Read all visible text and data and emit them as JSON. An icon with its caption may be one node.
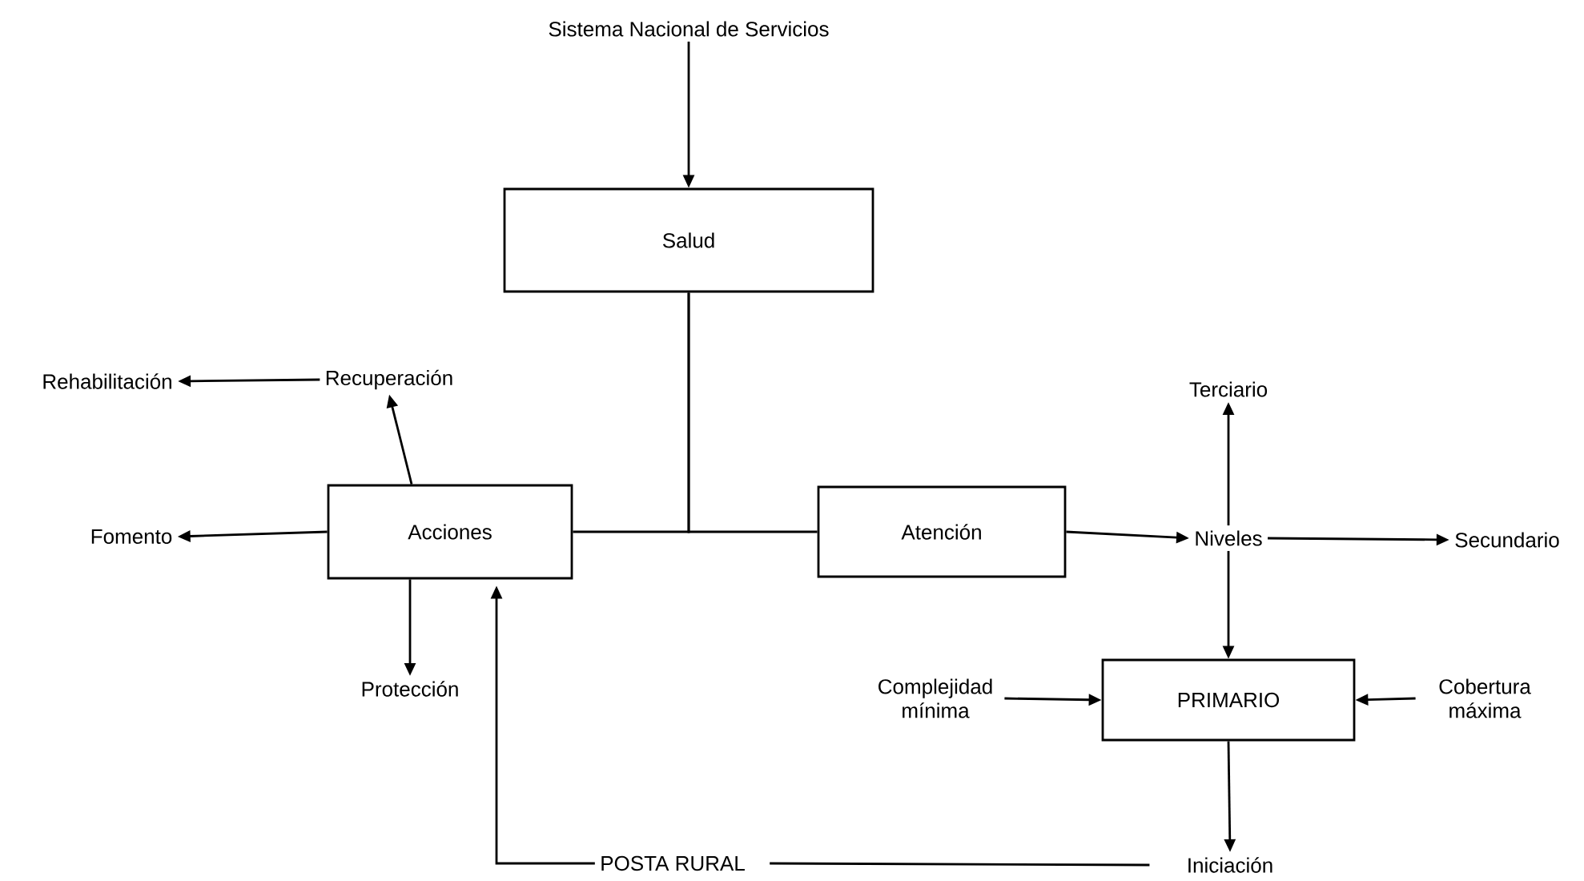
{
  "diagram": {
    "nodes": [
      {
        "text": [
          "Sistema Nacional de Servicios"
        ]
      },
      {
        "text": [
          "Salud"
        ]
      },
      {
        "text": [
          "Rehabilitación"
        ]
      },
      {
        "text": [
          "Recuperación"
        ]
      },
      {
        "text": [
          "Terciario"
        ]
      },
      {
        "text": [
          "Fomento"
        ]
      },
      {
        "text": [
          "Acciones"
        ]
      },
      {
        "text": [
          "Atención"
        ]
      },
      {
        "text": [
          "Niveles"
        ]
      },
      {
        "text": [
          "Secundario"
        ]
      },
      {
        "text": [
          "Protección"
        ]
      },
      {
        "text": [
          "Complejidad mínima"
        ]
      },
      {
        "text": [
          "PRIMARIO"
        ]
      },
      {
        "text": [
          "Cobertura máxima"
        ]
      },
      {
        "text": [
          "POSTA RURAL"
        ]
      },
      {
        "text": [
          "Iniciación"
        ]
      }
    ],
    "edges": [
      {
        "from": 0,
        "to": 1,
        "arrow": "to"
      },
      {
        "from": 1,
        "to": 6,
        "arrow": "none"
      },
      {
        "from": 1,
        "to": 7,
        "arrow": "none"
      },
      {
        "from": 6,
        "to": 3,
        "arrow": "to"
      },
      {
        "from": 3,
        "to": 2,
        "arrow": "to"
      },
      {
        "from": 6,
        "to": 5,
        "arrow": "to"
      },
      {
        "from": 6,
        "to": 10,
        "arrow": "to"
      },
      {
        "from": 14,
        "to": 6,
        "arrow": "to"
      },
      {
        "from": 14,
        "to": 15,
        "arrow": "none"
      },
      {
        "from": 7,
        "to": 8,
        "arrow": "to"
      },
      {
        "from": 8,
        "to": 4,
        "arrow": "to"
      },
      {
        "from": 8,
        "to": 9,
        "arrow": "to"
      },
      {
        "from": 8,
        "to": 12,
        "arrow": "to"
      },
      {
        "from": 11,
        "to": 12,
        "arrow": "to"
      },
      {
        "from": 13,
        "to": 12,
        "arrow": "to"
      },
      {
        "from": 12,
        "to": 15,
        "arrow": "to"
      }
    ]
  }
}
